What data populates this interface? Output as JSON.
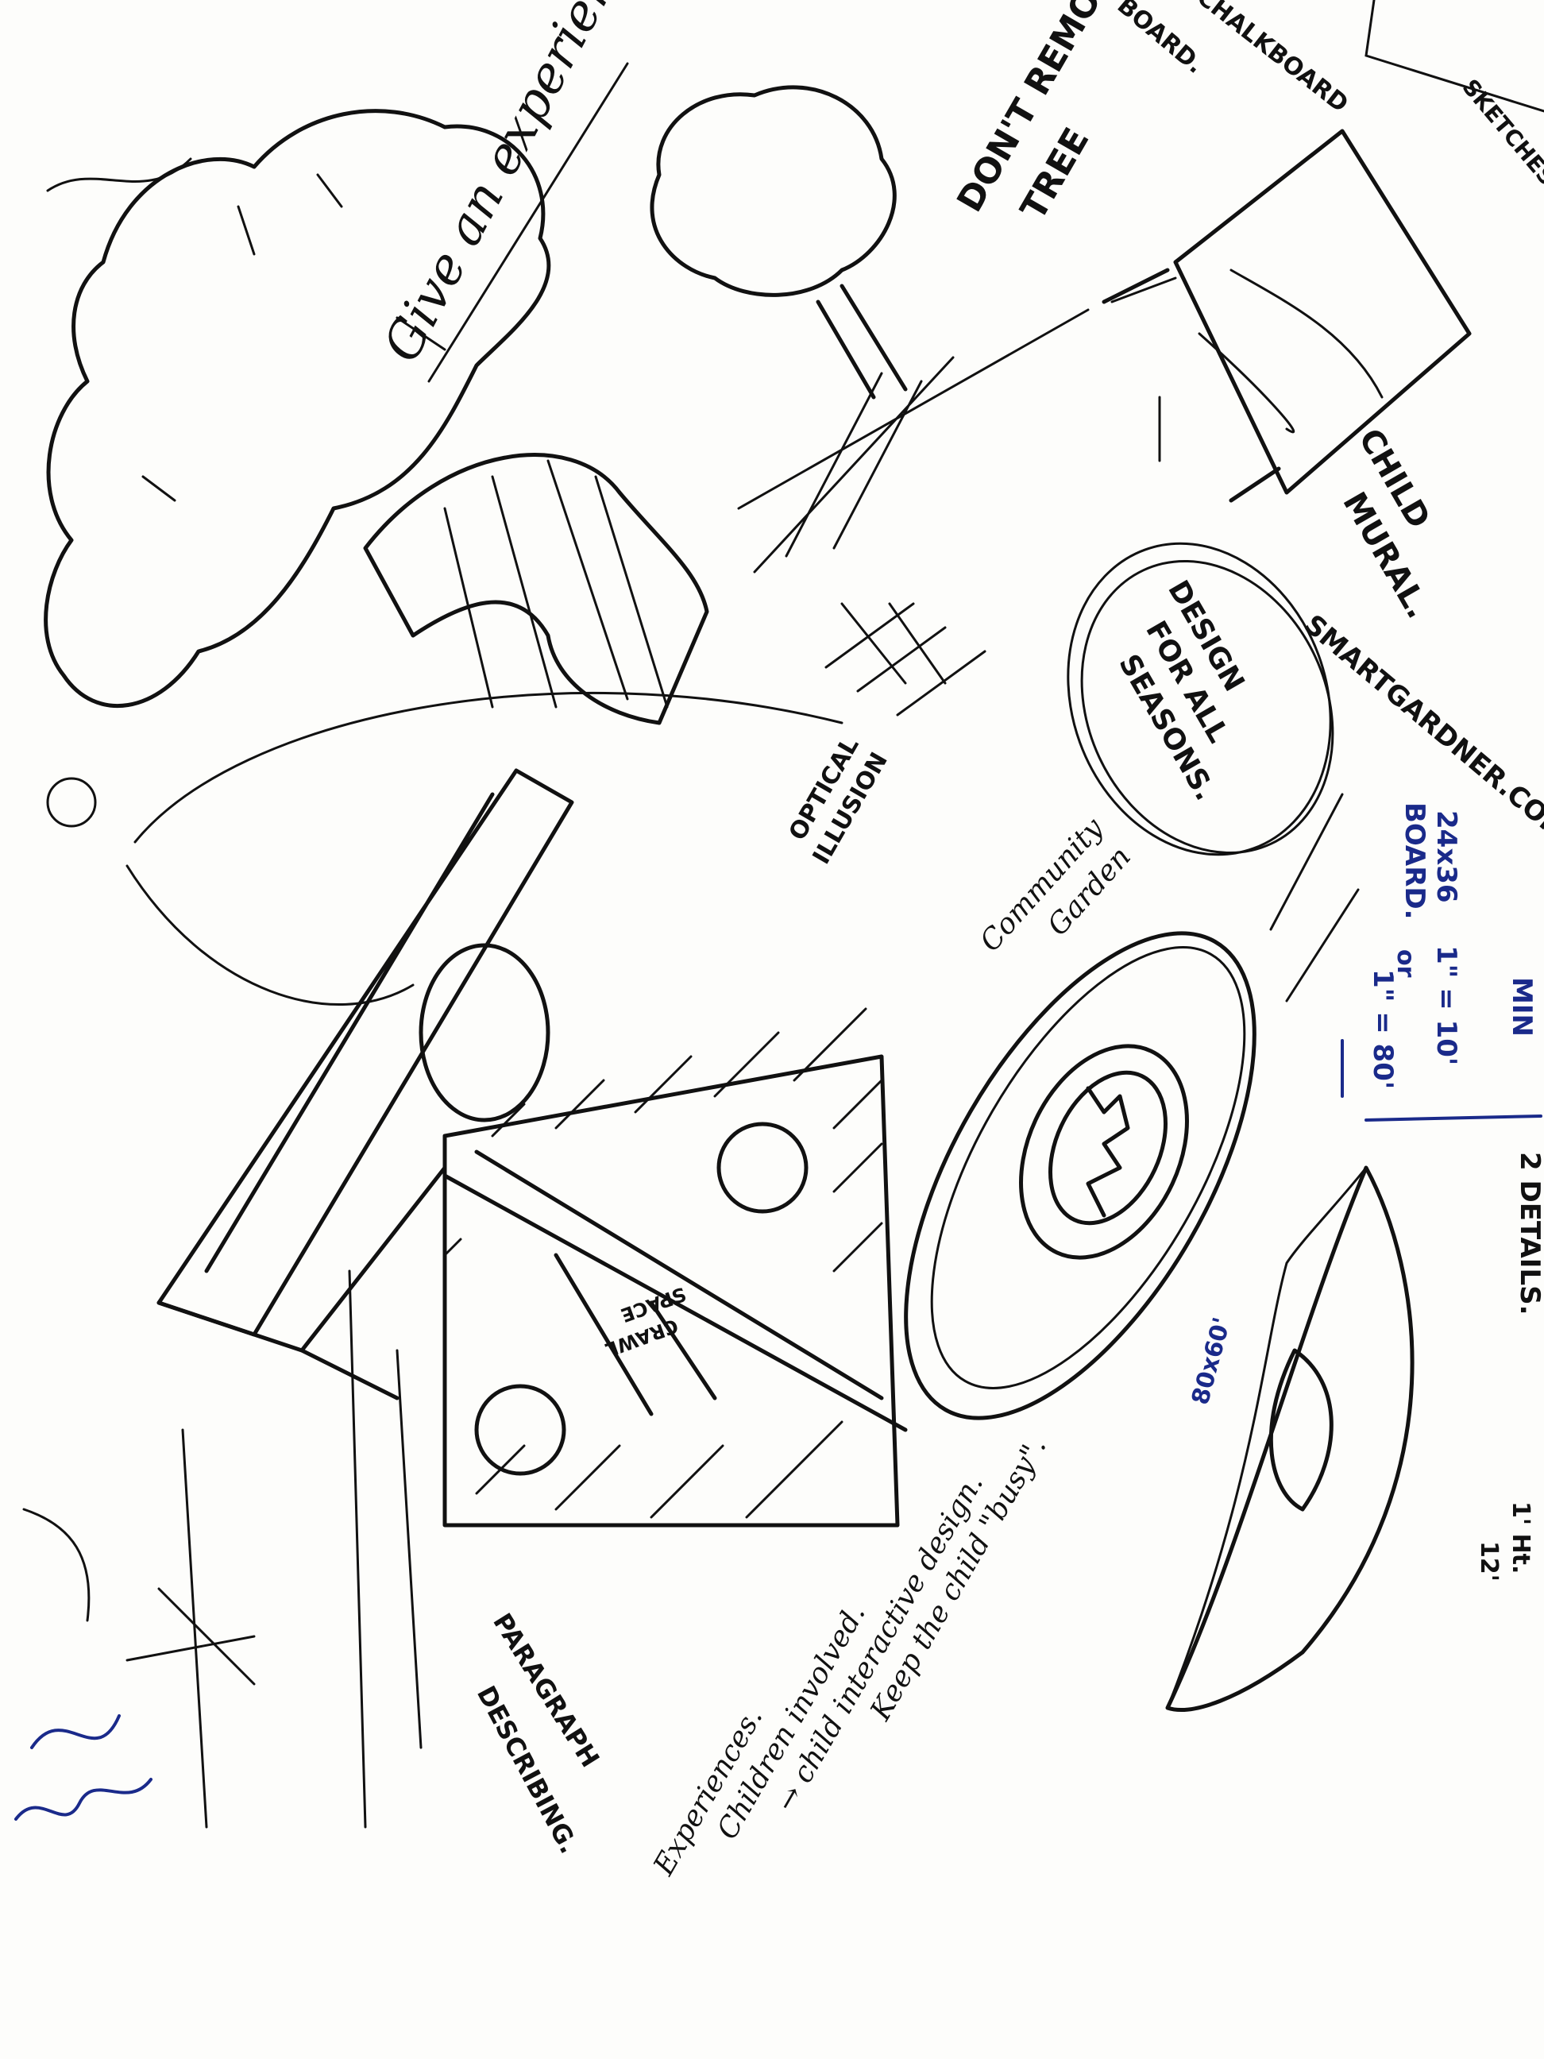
{
  "colors": {
    "ink": "#111111",
    "blue_ink": "#1a2a8a",
    "paper": "#fdfdfb"
  },
  "labels": {
    "give_experience": "Give an experience",
    "dont_remove": "DON'T REMOVE",
    "tree": "TREE",
    "chalkboard": "CHALKBOARD",
    "board": "BOARD.",
    "sketches": "SKETCHES",
    "child": "CHILD",
    "mural": "MURAL.",
    "design": "DESIGN",
    "for_all": "FOR ALL",
    "seasons": "SEASONS.",
    "website": "SMARTGARDNER.COM",
    "optical": "OPTICAL",
    "illusion": "ILLUSION",
    "community": "Community",
    "garden": "Garden",
    "size_24x36": "24x36",
    "board_blue": "BOARD.",
    "scale_10": "1\" = 10'",
    "or": "or",
    "scale_80": "1\" = 80'",
    "min": "MIN",
    "two_details": "2 DETAILS.",
    "dimension_80x60": "80x60'",
    "height_1ht": "1' Ht.",
    "height_12": "12'",
    "crawl": "CRAWL",
    "space": "SPACE",
    "paragraph": "PARAGRAPH",
    "describing": "DESCRIBING.",
    "note_1": "Experiences.",
    "note_2": "Children involved.",
    "note_3": "→ child interactive design.",
    "note_4": "Keep the child \"busy\"."
  }
}
